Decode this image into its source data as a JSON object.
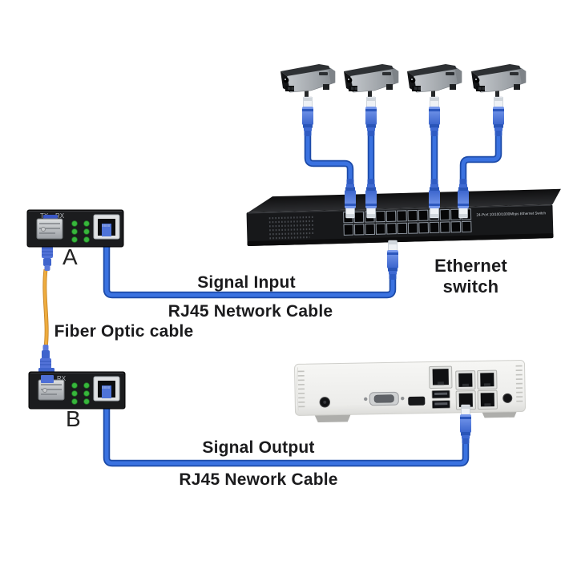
{
  "diagram": {
    "labels": {
      "signal_input": "Signal Input",
      "rj45_network_cable": "RJ45 Network Cable",
      "fiber_optic_cable": "Fiber Optic cable",
      "ethernet_switch": "Ethernet switch",
      "signal_output": "Signal Output",
      "rj45_nework_cable": "RJ45 Nework Cable"
    },
    "converter_a": {
      "letter": "A",
      "tx": "TX",
      "rx": "RX"
    },
    "converter_b": {
      "letter": "B",
      "rx": "RX"
    },
    "switch": {
      "panel_text": "24-Port 10/100/1000Mbps Ethernet Switch"
    },
    "cameras": {
      "count": 4
    },
    "colors": {
      "cable_blue": "#3a72e0",
      "cable_blue_dark": "#1c4aa8",
      "fiber_yellow": "#eeac3e",
      "led_green": "#38b63c",
      "label_text": "#1b1b1d"
    }
  }
}
